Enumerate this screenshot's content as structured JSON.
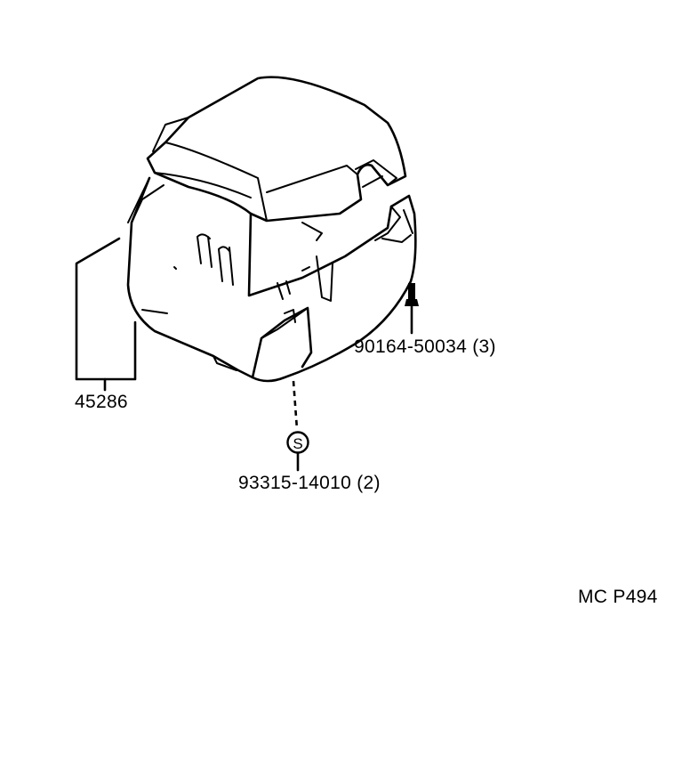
{
  "parts": {
    "column_cover": {
      "number": "45286"
    },
    "screw": {
      "number": "90164-50034",
      "qty": "(3)"
    },
    "ring": {
      "number": "93315-14010",
      "qty": "(2)",
      "symbol": "S"
    }
  },
  "labels": {
    "screw_text": "90164-50034 (3)",
    "cover_text": "45286",
    "ring_text": "93315-14010 (2)",
    "figure_ref": "MC P494"
  }
}
